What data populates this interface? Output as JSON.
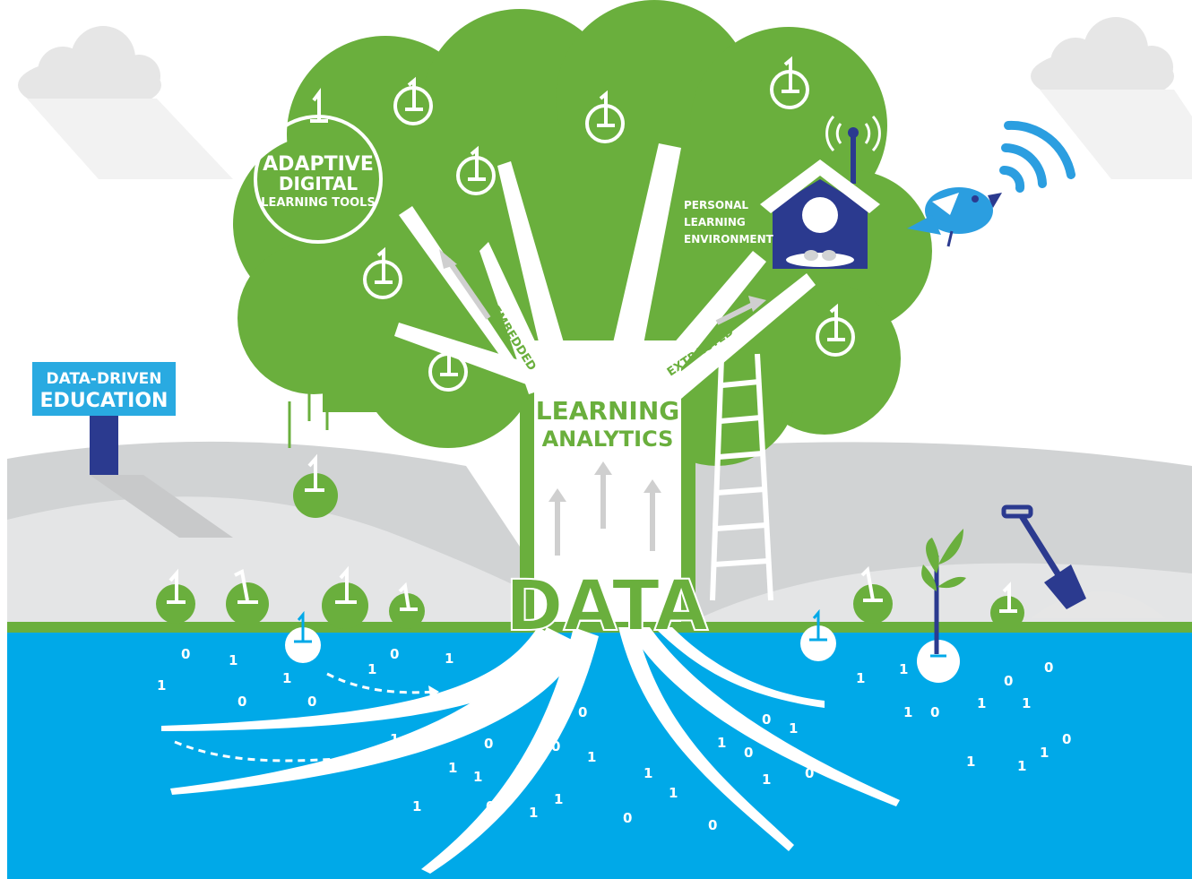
{
  "labels": {
    "adaptive_line1": "ADAPTIVE",
    "adaptive_line2": "DIGITAL",
    "adaptive_line3": "LEARNING TOOLS",
    "personal_line1": "PERSONAL",
    "personal_line2": "LEARNING",
    "personal_line3": "ENVIRONMENT",
    "embedded": "EMBEDDED",
    "extracted": "EXTRACTED",
    "analytics_line1": "LEARNING",
    "analytics_line2": "ANALYTICS",
    "data": "DATA",
    "sign_line1": "DATA-DRIVEN",
    "sign_line2": "EDUCATION"
  },
  "binary_digits": [
    "0",
    "1",
    "1",
    "0",
    "1",
    "0",
    "1",
    "0",
    "1",
    "1",
    "0",
    "1",
    "1",
    "1",
    "0",
    "1",
    "0",
    "1",
    "0",
    "1",
    "1",
    "0",
    "1",
    "1",
    "0",
    "1",
    "0",
    "0",
    "1",
    "1",
    "0",
    "1",
    "1",
    "1",
    "0",
    "1",
    "0",
    "1",
    "0",
    "1",
    "1",
    "1",
    "0",
    "1",
    "0",
    "1",
    "1",
    "0",
    "1",
    "0",
    "1"
  ],
  "colors": {
    "sky": "#ffffff",
    "cloud": "#e6e6e6",
    "hill": "#d1d3d4",
    "grass": "#6aaf3d",
    "tree": "#6aaf3d",
    "water": "#00a9e8",
    "sign": "#29aae1",
    "navy": "#2b3a8f",
    "bird": "#2b9ee0"
  },
  "icons": [
    "cloud-icon",
    "apple-icon",
    "birdhouse-icon",
    "bird-icon",
    "wifi-signal-icon",
    "antenna-icon",
    "ladder-icon",
    "shovel-icon",
    "sprout-icon",
    "sign-icon"
  ]
}
